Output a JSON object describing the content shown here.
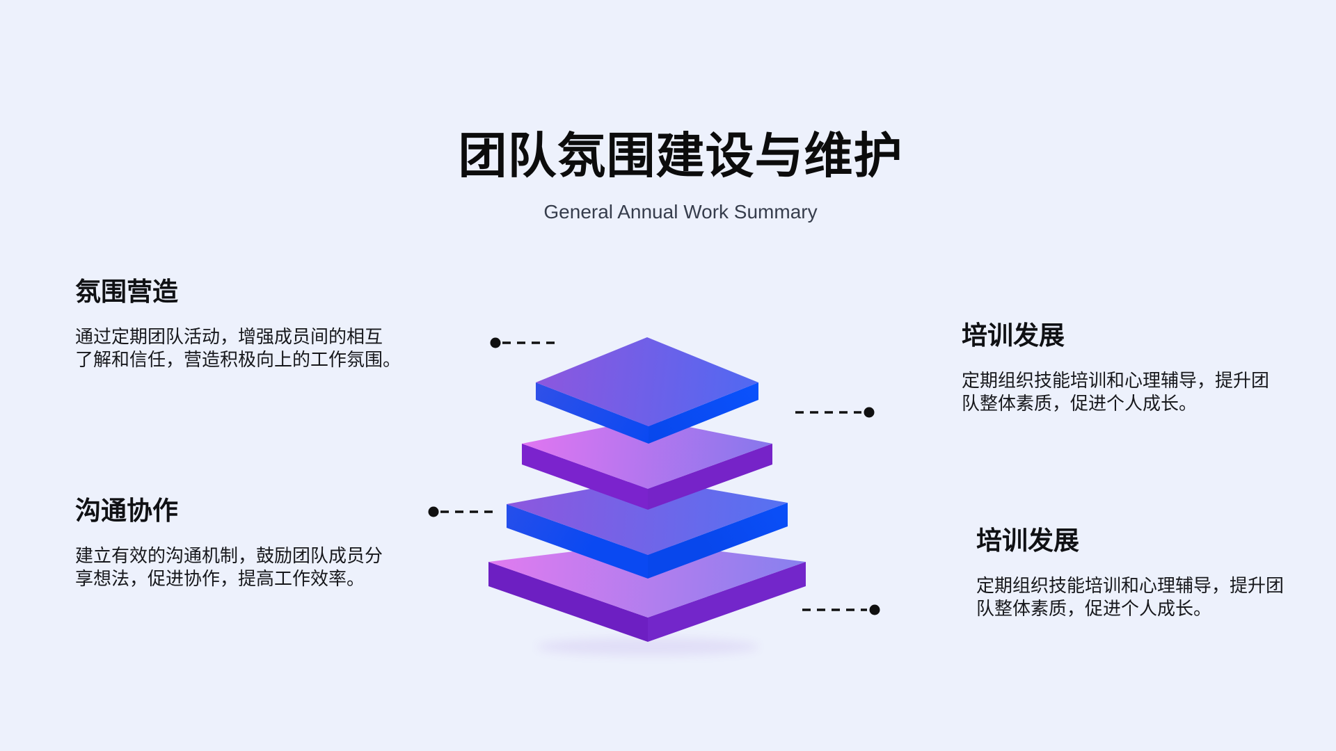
{
  "header": {
    "title": "团队氛围建设与维护",
    "subtitle": "General Annual Work Summary"
  },
  "blocks": [
    {
      "position": "top-left",
      "title": "氛围营造",
      "desc_line1": "通过定期团队活动，增强成员间的相互",
      "desc_line2": "了解和信任，营造积极向上的工作氛围。"
    },
    {
      "position": "bottom-left",
      "title": "沟通协作",
      "desc_line1": "建立有效的沟通机制，鼓励团队成员分",
      "desc_line2": "享想法，促进协作，提高工作效率。"
    },
    {
      "position": "top-right",
      "title": "培训发展",
      "desc_line1": "定期组织技能培训和心理辅导，提升团",
      "desc_line2": "队整体素质，促进个人成长。"
    },
    {
      "position": "bottom-right",
      "title": "培训发展",
      "desc_line1": "定期组织技能培训和心理辅导，提升团",
      "desc_line2": "队整体素质，促进个人成长。"
    }
  ],
  "diagram": {
    "type": "stacked-3d-pyramid",
    "layer_count": 4,
    "layers": [
      {
        "index": 1,
        "side_color": "#0b50fa",
        "top_gradient": [
          "#8d57de",
          "#5069f2"
        ]
      },
      {
        "index": 2,
        "side_color": "#7623c8",
        "top_gradient": [
          "#e176f1",
          "#8677ec"
        ]
      },
      {
        "index": 3,
        "side_color": "#0b50fa",
        "top_gradient": [
          "#8d57de",
          "#5572f2"
        ]
      },
      {
        "index": 4,
        "side_color": "#7022c6",
        "top_gradient": [
          "#e17bef",
          "#8780ee"
        ]
      }
    ],
    "connector_color": "#101010",
    "connector_count": 4
  },
  "colors": {
    "background": "#edf1fc",
    "title_text": "#0c0c0c",
    "subtitle_text": "#363d4c",
    "body_text": "#17181c"
  }
}
